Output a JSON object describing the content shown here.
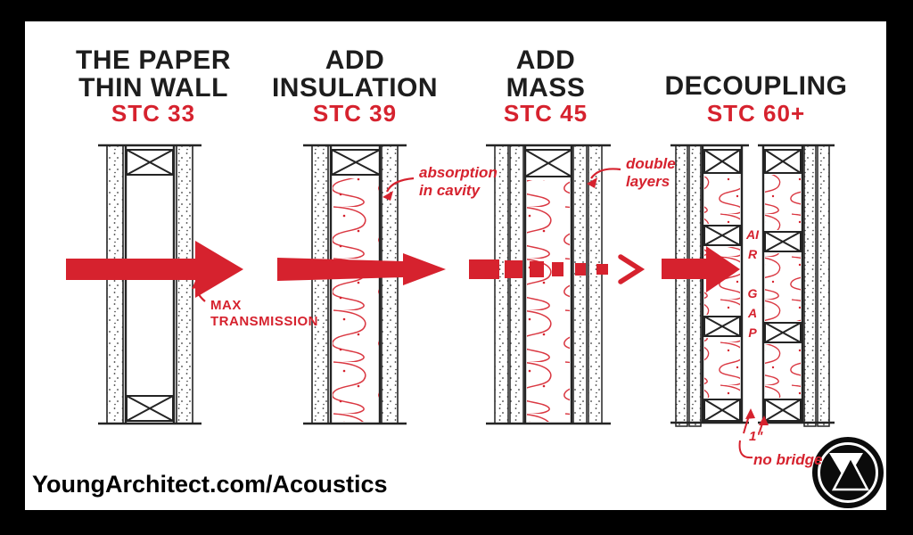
{
  "colors": {
    "red": "#d6222e",
    "ink": "#1d1d1d",
    "paper": "#ffffff",
    "frame": "#000000"
  },
  "panels": [
    {
      "name": "paper-thin-wall",
      "title_lines": [
        "THE PAPER",
        "THIN WALL"
      ],
      "stc": "STC 33",
      "note_lines": [
        "MAX",
        "TRANSMISSION"
      ]
    },
    {
      "name": "add-insulation",
      "title_lines": [
        "ADD",
        "INSULATION"
      ],
      "stc": "STC 39",
      "note_lines": [
        "absorption",
        "in cavity"
      ]
    },
    {
      "name": "add-mass",
      "title_lines": [
        "ADD",
        "MASS"
      ],
      "stc": "STC 45",
      "note_lines": [
        "double",
        "layers"
      ]
    },
    {
      "name": "decoupling",
      "title_lines": [
        "DECOUPLING"
      ],
      "stc": "STC 60+",
      "air_gap_words": [
        "AIR",
        "GAP"
      ],
      "gap_size": "1\"",
      "note_lines": [
        "no bridge"
      ]
    }
  ],
  "footer": {
    "site": "YoungArchitect.com/Acoustics"
  },
  "logo": {
    "name": "young-architect-monogram"
  }
}
